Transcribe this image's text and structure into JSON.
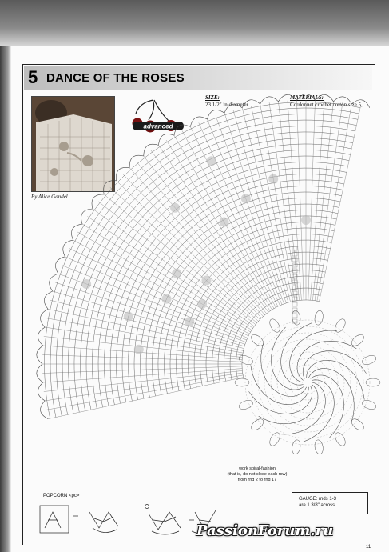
{
  "header": {
    "pattern_number": "5",
    "title": "DANCE OF THE ROSES"
  },
  "photo": {
    "byline": "By Alice Gandel"
  },
  "badge": {
    "label": "advanced"
  },
  "size": {
    "label": "SIZE:",
    "value": "23 1/2\" in diameter."
  },
  "materials": {
    "label": "MATERIALS:",
    "value": "Cordonnet crochet cotton size 5,"
  },
  "diagram": {
    "note_lines": [
      "work spiral-fashion",
      "(that is, do not close each row)",
      "from rnd 2 to rnd 17"
    ]
  },
  "gauge": {
    "line1": "GAUGE: rnds 1-3",
    "line2": "are 1 3/8\" across"
  },
  "popcorn": {
    "label": "POPCORN <pc>"
  },
  "watermark": {
    "text": "PassionForum.ru"
  },
  "footer": {
    "page_number": "11"
  },
  "colors": {
    "ink": "#222222",
    "paper": "#fbfbfb",
    "photo_bg": "#6e5a4a",
    "cherry_red": "#7a1010"
  }
}
